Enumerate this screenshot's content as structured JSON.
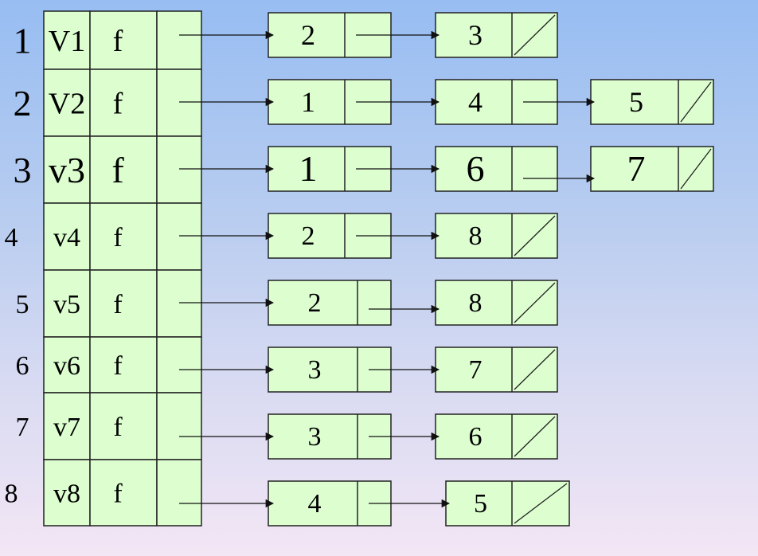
{
  "colors": {
    "cell_fill": "#ddffd0",
    "stroke": "#222222"
  },
  "rows": [
    {
      "index": "1",
      "vertex": "V1",
      "flag": "f",
      "adjacent": [
        "2",
        "3"
      ]
    },
    {
      "index": "2",
      "vertex": "V2",
      "flag": "f",
      "adjacent": [
        "1",
        "4",
        "5"
      ]
    },
    {
      "index": "3",
      "vertex": "v3",
      "flag": "f",
      "adjacent": [
        "1",
        "6",
        "7"
      ]
    },
    {
      "index": "4",
      "vertex": "v4",
      "flag": "f",
      "adjacent": [
        "2",
        "8"
      ]
    },
    {
      "index": "5",
      "vertex": "v5",
      "flag": "f",
      "adjacent": [
        "2",
        "8"
      ]
    },
    {
      "index": "6",
      "vertex": "v6",
      "flag": "f",
      "adjacent": [
        "3",
        "7"
      ]
    },
    {
      "index": "7",
      "vertex": "v7",
      "flag": "f",
      "adjacent": [
        "3",
        "6"
      ]
    },
    {
      "index": "8",
      "vertex": "v8",
      "flag": "f",
      "adjacent": [
        "4",
        "5"
      ]
    }
  ]
}
